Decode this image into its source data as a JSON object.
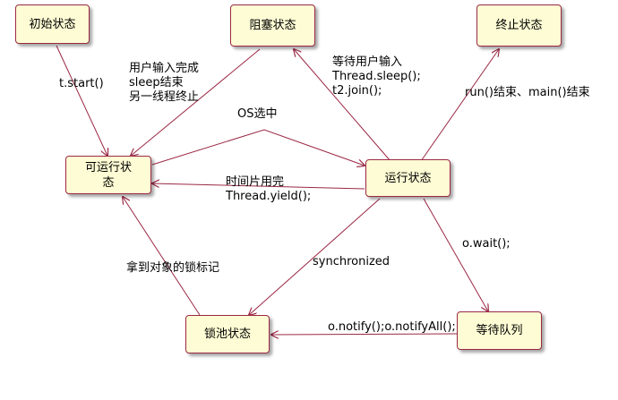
{
  "states": {
    "initial": "初始状态",
    "blocked": "阻塞状态",
    "terminated": "终止状态",
    "runnable": "可运行状\n态",
    "running": "运行状态",
    "lock_pool": "锁池状态",
    "wait_queue": "等待队列"
  },
  "transitions": {
    "start": "t.start()",
    "unblock": "用户输入完成\nsleep结束\n另一线程终止",
    "block": "等待用户输入\nThread.sleep();\nt2.join();",
    "terminate": "run()结束、main()结束",
    "os_select": "OS选中",
    "timeslice": "时间片用完\nThread.yield();",
    "acquire_lock": "拿到对象的锁标记",
    "synchronized": "synchronized",
    "wait": "o.wait();",
    "notify": "o.notify();o.notifyAll();"
  },
  "colors": {
    "box_fill": "#fefcd4",
    "box_border": "#9a2844",
    "arrow": "#9a2844"
  }
}
